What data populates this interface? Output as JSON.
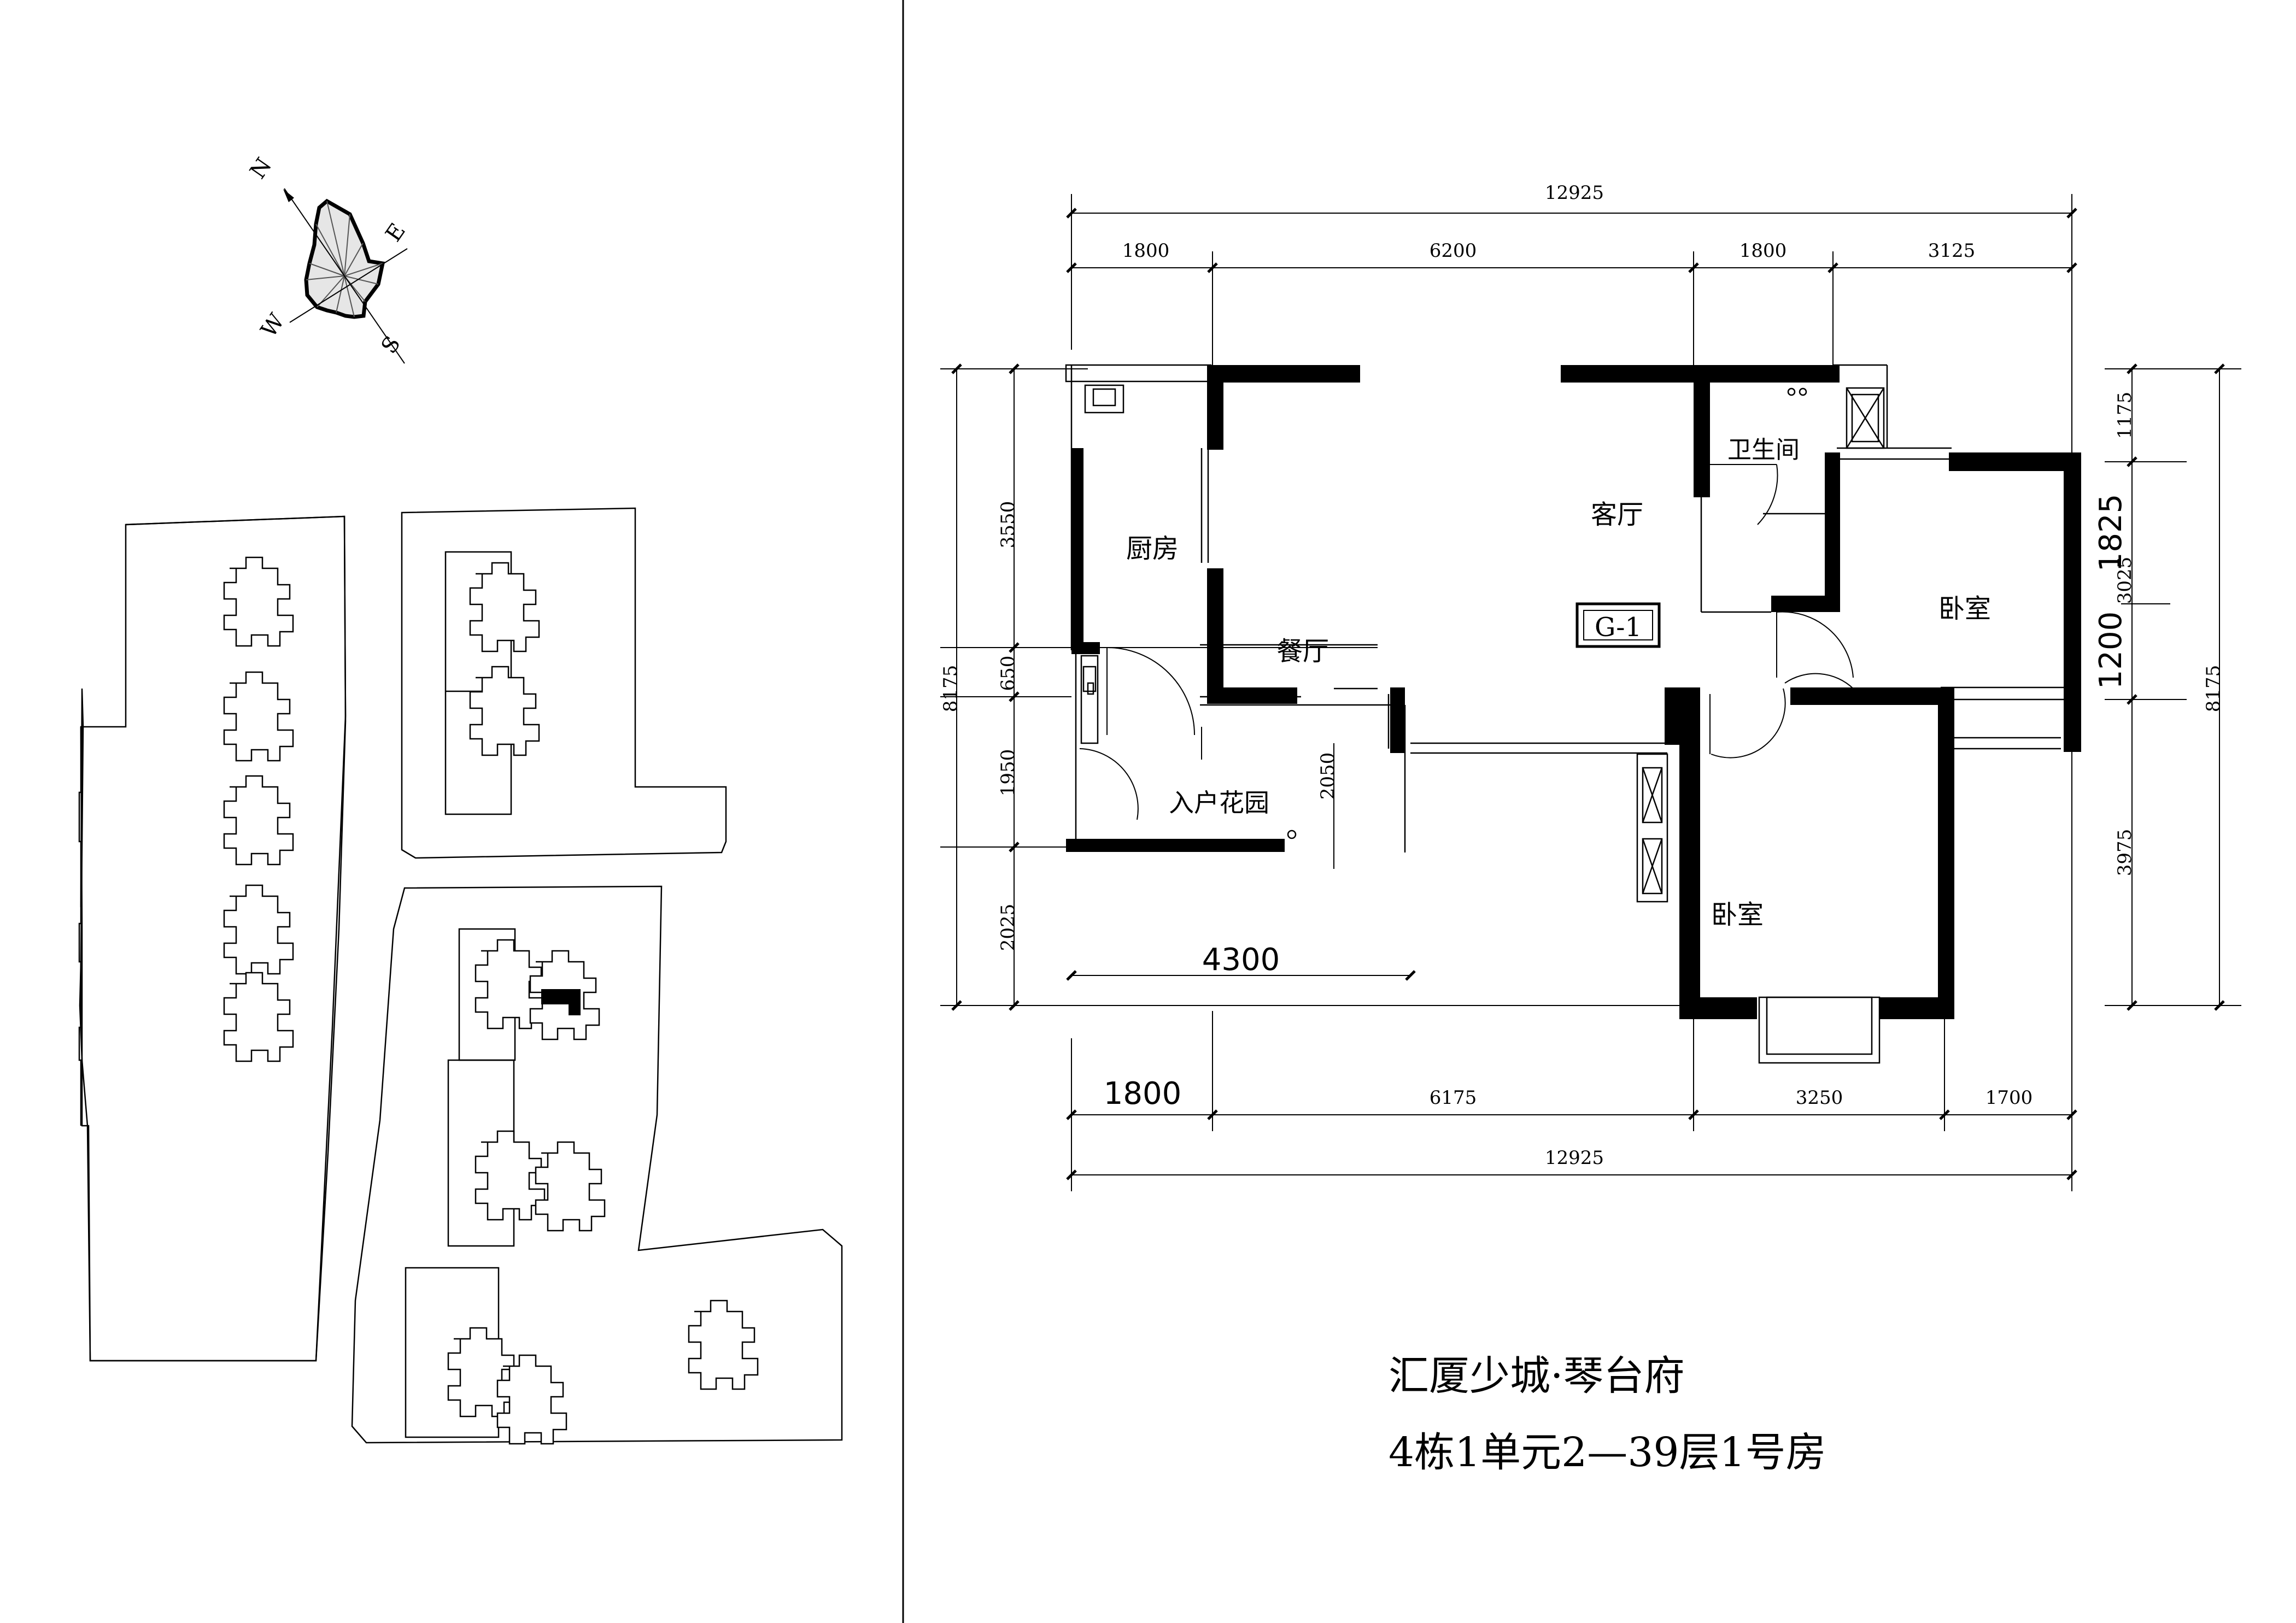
{
  "compass": {
    "n": "N",
    "e": "E",
    "s": "S",
    "w": "W"
  },
  "rooms": {
    "living": "客厅",
    "kitchen": "厨房",
    "dining": "餐厅",
    "bath": "卫生间",
    "bedroom1": "卧室",
    "bedroom2": "卧室",
    "garden": "入户花园"
  },
  "unit_tag": "G-1",
  "dims": {
    "top_total": "12925",
    "top_1": "1800",
    "top_2": "6200",
    "top_3": "1800",
    "top_4": "3125",
    "bottom_total": "12925",
    "bottom_1": "1800",
    "bottom_2": "6175",
    "bottom_3": "3250",
    "bottom_4": "1700",
    "left_total": "8175",
    "left_1": "3550",
    "left_2": "650",
    "left_3": "1950",
    "left_4": "2025",
    "right_total": "8175",
    "right_1": "1175",
    "right_2": "3025",
    "right_3": "3975",
    "right_inner_1": "1825",
    "right_inner_2": "1200",
    "inner_2050": "2050",
    "inner_4300": "4300"
  },
  "title": {
    "line1": "汇厦少城·琴台府",
    "line2": "4栋1单元2—39层1号房"
  }
}
